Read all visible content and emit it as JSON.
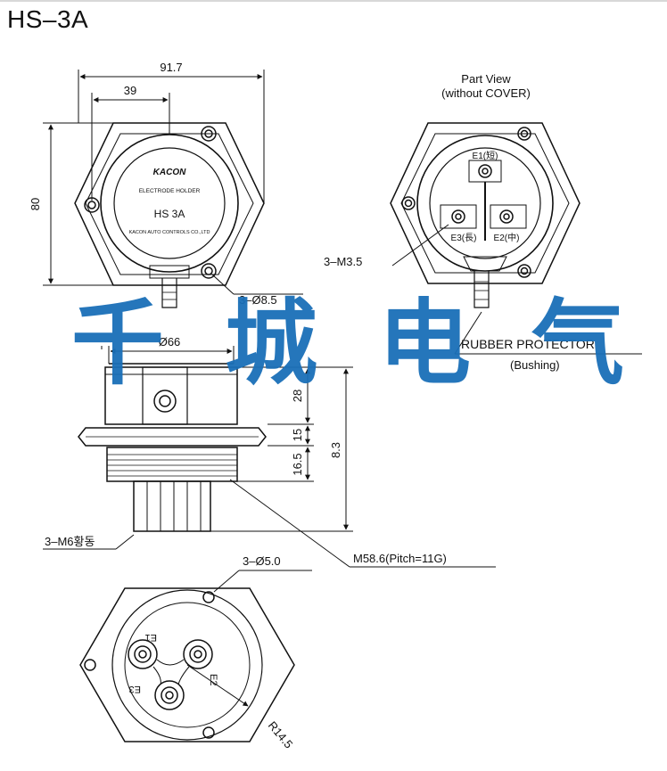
{
  "title": "HS–3A",
  "watermark": "千城电气",
  "labels": {
    "dim_917": "91.7",
    "dim_39": "39",
    "dim_80": "80",
    "part_view_1": "Part View",
    "part_view_2": "(without COVER)",
    "e1": "E1(短)",
    "e3": "E3(長)",
    "e2": "E2(中)",
    "m35": "3–M3.5",
    "holder_brand": "KACON",
    "holder_line1": "ELECTRODE HOLDER",
    "holder_line2": "HS  3A",
    "holder_line3": "KACON AUTO CONTROLS CO.,LTD",
    "phi38": "3–Ø8.5",
    "phi66": "Ø66",
    "dim_28": "28",
    "dim_15": "15",
    "dim_165": "16.5",
    "dim_83": "8.3",
    "rubber": "RUBBER PROTECTOR",
    "bushing": "(Bushing)",
    "m6": "3–M6황동",
    "m586": "M58.6(Pitch=11G)",
    "phi50": "3–Ø5.0",
    "r145": "R14.5",
    "t_e1": "E1",
    "t_e2": "E2",
    "t_e3": "E3"
  },
  "colors": {
    "line": "#111111",
    "watermark": "#1a6fb8"
  }
}
